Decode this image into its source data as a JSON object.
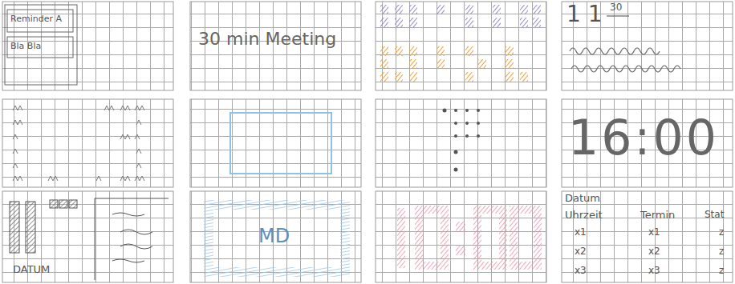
{
  "diagram": {
    "labels": [
      "Reminder A",
      "Bla Bla",
      "30 min Meeting",
      "1 1",
      "30",
      "16:00",
      "DATUM",
      "MD",
      "Datum",
      "Uhrzeit",
      "Termin",
      "Stat",
      "x1",
      "x2",
      "x3",
      "x1",
      "x2",
      "x3",
      "z",
      "z",
      "z"
    ]
  }
}
